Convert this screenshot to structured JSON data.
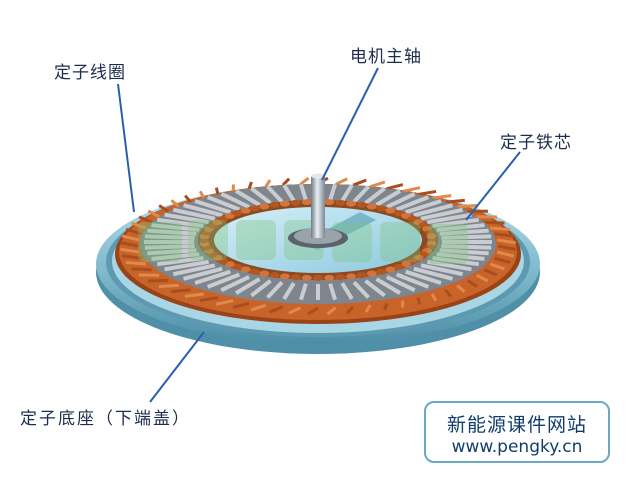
{
  "labels": {
    "stator_coil": "定子线圈",
    "main_shaft": "电机主轴",
    "stator_core": "定子铁芯",
    "stator_base": "定子底座（下端盖）"
  },
  "brand": {
    "title": "新能源课件网站",
    "url": "www.pengky.cn"
  },
  "colors": {
    "label_text": "#1c2c4c",
    "leader_line": "#2a5fae",
    "base_rim": "#8fc6d8",
    "coil": "#c8642a",
    "core": "#a8adb3",
    "center_disc": "#9fd3e8",
    "brand_border": "#6aa9c6"
  },
  "icons": {
    "brand_frame": "rounded-rectangle"
  }
}
